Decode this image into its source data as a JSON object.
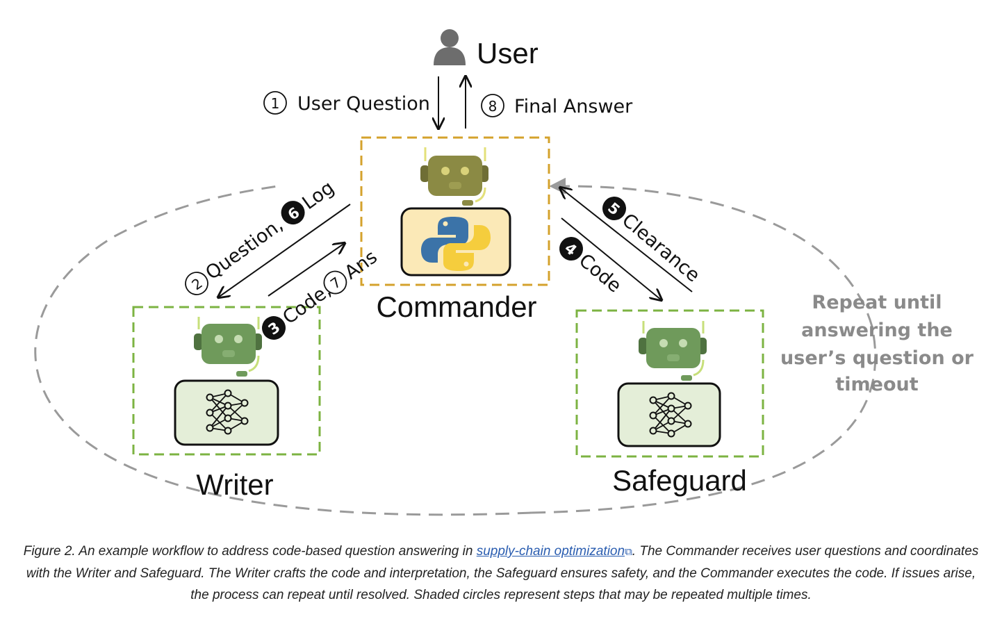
{
  "user": {
    "label": "User"
  },
  "flows": {
    "step1": {
      "num": "1",
      "text": "User Question"
    },
    "step8": {
      "num": "8",
      "text": "Final Answer"
    },
    "step2": {
      "num": "2",
      "text": "Question,"
    },
    "step6": {
      "num": "6",
      "text": "Log"
    },
    "step3": {
      "num": "3",
      "text": "Code,"
    },
    "step7": {
      "num": "7",
      "text": "Ans"
    },
    "step4": {
      "num": "4",
      "text": "Code"
    },
    "step5": {
      "num": "5",
      "text": "Clearance"
    }
  },
  "agents": {
    "commander": {
      "label": "Commander"
    },
    "writer": {
      "label": "Writer"
    },
    "safeguard": {
      "label": "Safeguard"
    }
  },
  "loop_note": [
    "Repeat until",
    "answering the",
    "user’s question or",
    "timeout"
  ],
  "caption": {
    "prefix": "Figure 2. An example workflow to address code-based question answering in ",
    "link": "supply-chain optimization",
    "suffix": ". The Commander receives user questions and coordinates with the Writer and Safeguard. The Writer crafts the code and interpretation, the Safeguard ensures safety, and the Commander executes the code. If issues arise, the process can repeat until resolved. Shaded circles represent steps that may be repeated multiple times."
  },
  "colors": {
    "commander_box": "#d4a22c",
    "agent_box": "#7cb342",
    "loop": "#9a9a9a",
    "robot_commander": "#8b8a44",
    "robot_agent": "#6f9a5b",
    "python_bg": "#fbe9b7",
    "nn_bg": "#e4eed8"
  }
}
